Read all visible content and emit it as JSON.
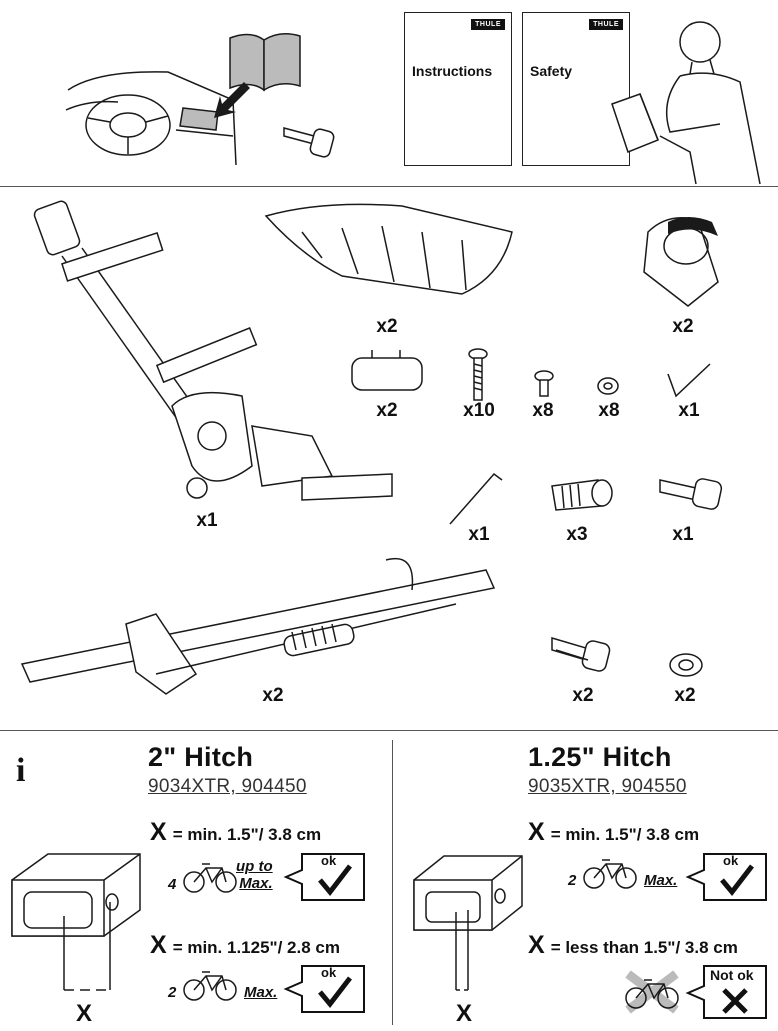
{
  "header": {
    "docs": [
      {
        "brand": "THULE",
        "title": "Instructions"
      },
      {
        "brand": "THULE",
        "title": "Safety"
      }
    ]
  },
  "parts": {
    "frame": "x1",
    "basket": "x2",
    "strap": "x2",
    "end_cap": "x2",
    "long_bolt": "x10",
    "short_bolt": "x8",
    "washer": "x8",
    "hex_key_small": "x1",
    "hex_key_large": "x1",
    "lock_cylinder": "x3",
    "single_key": "x1",
    "arm": "x2",
    "key_set": "x2",
    "spacer": "x2"
  },
  "hitch_left": {
    "info_icon": "i",
    "title": "2\" Hitch",
    "models": "9034XTR, 904450",
    "rule1": {
      "x": "X",
      "text": "= min. 1.5\"/ 3.8 cm"
    },
    "bike1": {
      "count": "4",
      "label_line1": "up to",
      "label_line2": "Max.",
      "verdict": "ok"
    },
    "rule2": {
      "x": "X",
      "text": "= min. 1.125\"/ 2.8 cm"
    },
    "bike2": {
      "count": "2",
      "label": "Max.",
      "verdict": "ok"
    },
    "xlabel": "X"
  },
  "hitch_right": {
    "title": "1.25\" Hitch",
    "models": "9035XTR, 904550",
    "rule1": {
      "x": "X",
      "text": "= min. 1.5\"/ 3.8 cm"
    },
    "bike1": {
      "count": "2",
      "label": "Max.",
      "verdict": "ok"
    },
    "rule2": {
      "x": "X",
      "text": "= less than 1.5\"/ 3.8 cm"
    },
    "bike2": {
      "verdict": "Not ok"
    },
    "xlabel": "X"
  }
}
